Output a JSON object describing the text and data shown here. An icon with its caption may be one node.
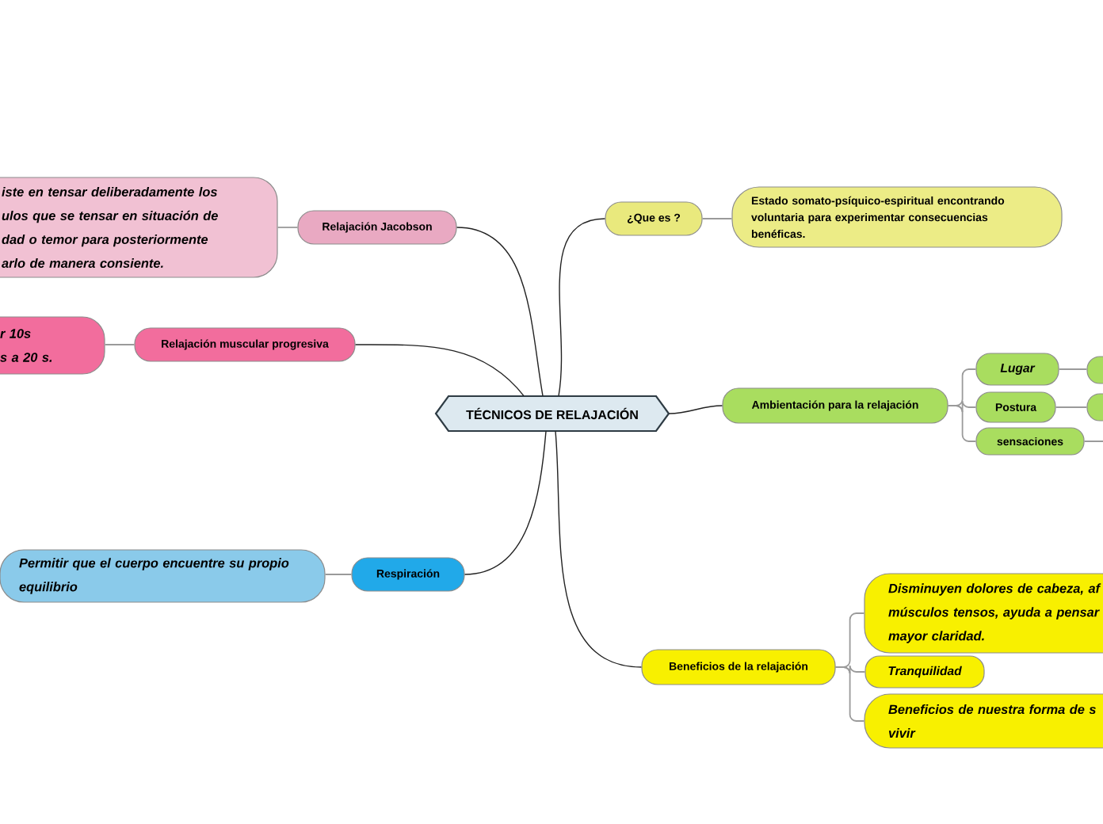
{
  "diagram": {
    "nodes": [
      {
        "text": [
          "TÉCNICOS DE RELAJACIÓN"
        ]
      },
      {
        "text": [
          "Relajación Jacobson"
        ]
      },
      {
        "text": [
          "iste en tensar deliberadamente los ulos que se tensar en situación de dad o temor para posteriormente arlo de manera consiente."
        ]
      },
      {
        "text": [
          "Relajación muscular progresiva"
        ]
      },
      {
        "text": [
          "r 10s",
          "s a 20 s."
        ]
      },
      {
        "text": [
          "Respiración"
        ]
      },
      {
        "text": [
          "Permitir que el cuerpo encuentre su propio equilibrio"
        ]
      },
      {
        "text": [
          "¿Que es ?"
        ]
      },
      {
        "text": [
          "Estado somato-psíquico-espiritual encontrando voluntaria para experimentar consecuencias benéficas."
        ]
      },
      {
        "text": [
          "Ambientación para la relajación"
        ]
      },
      {
        "text": [
          "Lugar"
        ]
      },
      {
        "text": [],
        "shape": "box"
      },
      {
        "text": [
          "Postura"
        ]
      },
      {
        "text": [],
        "shape": "box"
      },
      {
        "text": [
          "sensaciones"
        ]
      },
      {
        "text": [
          "Beneficios de la relajación"
        ]
      },
      {
        "text": [
          "Disminuyen dolores de cabeza, af músculos tensos, ayuda a pensar mayor claridad."
        ]
      },
      {
        "text": [
          "Tranquilidad"
        ]
      },
      {
        "text": [
          "Beneficios de nuestra forma de s vivir"
        ]
      }
    ],
    "edges": [
      {
        "from": 0,
        "to": 1,
        "arrow": "none",
        "color": "#222222"
      },
      {
        "from": 1,
        "to": 2,
        "arrow": "none"
      },
      {
        "from": 0,
        "to": 3,
        "arrow": "none",
        "color": "#222222"
      },
      {
        "from": 3,
        "to": 4,
        "arrow": "none"
      },
      {
        "from": 0,
        "to": 5,
        "arrow": "none",
        "color": "#222222"
      },
      {
        "from": 5,
        "to": 6,
        "arrow": "none"
      },
      {
        "from": 0,
        "to": 7,
        "arrow": "none",
        "color": "#222222"
      },
      {
        "from": 7,
        "to": 8,
        "arrow": "none"
      },
      {
        "from": 0,
        "to": 9,
        "arrow": "none",
        "color": "#222222"
      },
      {
        "from": 9,
        "to": 10,
        "arrow": "none"
      },
      {
        "from": 10,
        "to": 11,
        "arrow": "none"
      },
      {
        "from": 9,
        "to": 12,
        "arrow": "none"
      },
      {
        "from": 12,
        "to": 13,
        "arrow": "none"
      },
      {
        "from": 9,
        "to": 14,
        "arrow": "none"
      },
      {
        "from": 14,
        "to": null,
        "arrow": "none"
      },
      {
        "from": 0,
        "to": 15,
        "arrow": "none",
        "color": "#222222"
      },
      {
        "from": 15,
        "to": 16,
        "arrow": "none"
      },
      {
        "from": 15,
        "to": 17,
        "arrow": "none"
      },
      {
        "from": 15,
        "to": 18,
        "arrow": "none"
      }
    ]
  }
}
